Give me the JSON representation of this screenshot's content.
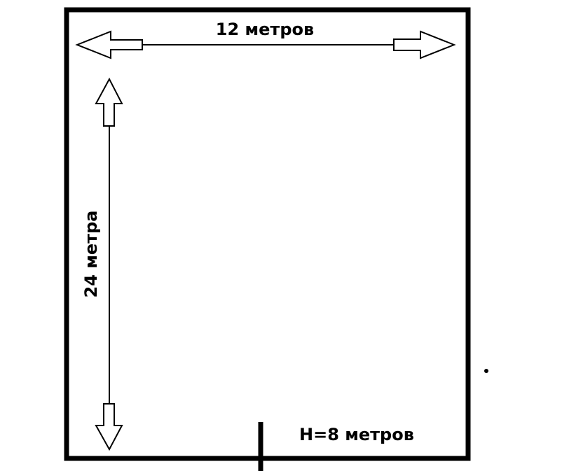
{
  "labels": {
    "width": "12 метров",
    "length": "24 метра",
    "height": "H=8 метров"
  }
}
